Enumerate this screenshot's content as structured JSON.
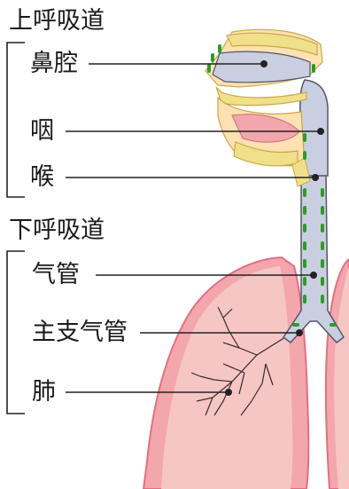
{
  "groups": [
    {
      "heading": "上呼吸道",
      "items": [
        "鼻腔",
        "咽",
        "喉"
      ]
    },
    {
      "heading": "下呼吸道",
      "items": [
        "气管",
        "主支气管",
        "肺"
      ]
    }
  ],
  "colors": {
    "lung_fill": "#f4a6ad",
    "lung_edge": "#e36f82",
    "lung_inner": "#f6c6c5",
    "airway_fill": "#c9cfe0",
    "mucosa_dots": "#2f9a2a",
    "bone_yellow": "#f1e08a",
    "bone_outline": "#c7a948",
    "skin": "#fde1b3",
    "line": "#222222"
  }
}
